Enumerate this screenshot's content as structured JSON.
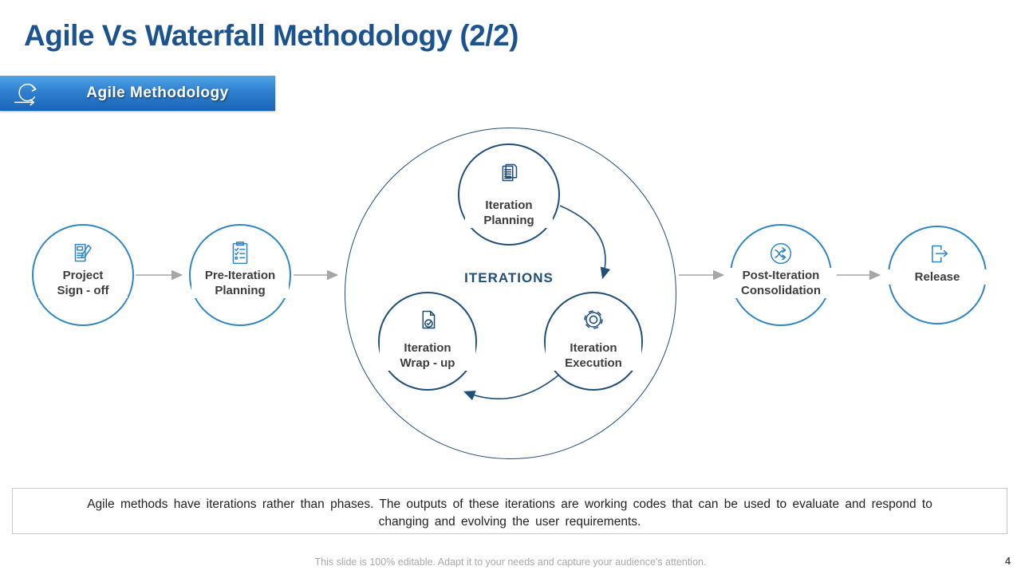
{
  "title": "Agile Vs Waterfall Methodology (2/2)",
  "banner": {
    "label": "Agile Methodology",
    "icon": "agile-loop-icon"
  },
  "diagram": {
    "center_label": "ITERATIONS",
    "outer_nodes": [
      {
        "line1": "Project",
        "line2": "Sign - off",
        "icon": "document-pen-icon"
      },
      {
        "line1": "Pre-Iteration",
        "line2": "Planning",
        "icon": "checklist-icon"
      },
      {
        "line1": "Post-Iteration",
        "line2": "Consolidation",
        "icon": "shuffle-circle-icon"
      },
      {
        "line1": "Release",
        "line2": "",
        "icon": "release-icon"
      }
    ],
    "inner_nodes": [
      {
        "line1": "Iteration",
        "line2": "Planning",
        "icon": "documents-icon"
      },
      {
        "line1": "Iteration",
        "line2": "Wrap - up",
        "icon": "document-check-icon"
      },
      {
        "line1": "Iteration",
        "line2": "Execution",
        "icon": "gear-icon"
      }
    ]
  },
  "description": "Agile methods  have  iterations  rather  than  phases.  The outputs  of these  iterations  are working  codes  that  can be used  to evaluate  and respond  to changing  and evolving  the user requirements.",
  "footer": {
    "note": "This slide is 100% editable. Adapt it to your needs and capture your audience's attention.",
    "page_number": "4"
  },
  "colors": {
    "accent_light": "#2e86c5",
    "accent_dark": "#1f4e79",
    "title": "#1b5290",
    "arrow_gray": "#a6a6a6",
    "banner_top": "#4ea4e6",
    "banner_bottom": "#1a64b6"
  }
}
